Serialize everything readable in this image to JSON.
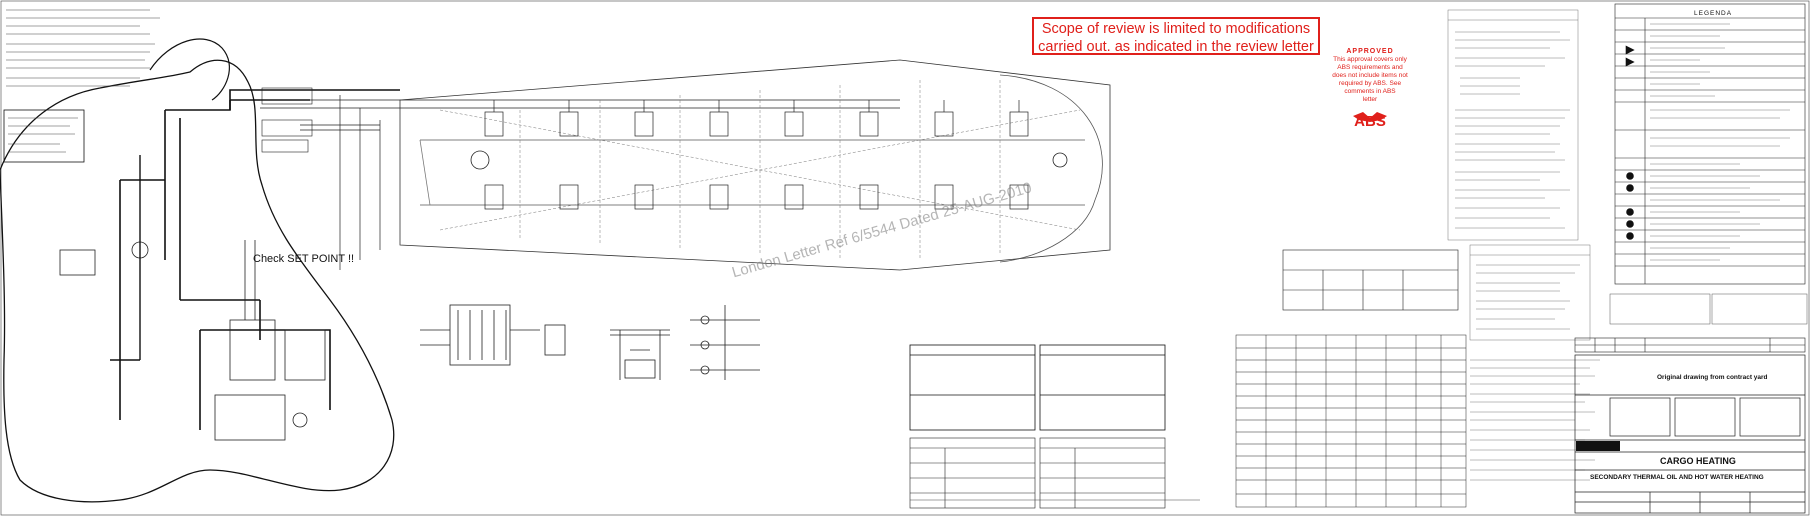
{
  "review_banner": {
    "line1": "Scope of review is limited to modifications",
    "line2": "carried out. as indicated in the review letter"
  },
  "approval_stamp": {
    "title": "APPROVED",
    "line1": "This approval covers only",
    "line2": "ABS requirements and",
    "line3": "does not include items not",
    "line4": "required by ABS. See",
    "line5": "comments in ABS",
    "line6": "letter",
    "logo_text": "ABS",
    "color": "#e0201b"
  },
  "drawing": {
    "setpoint_label": "Check SET POINT !!",
    "watermark": "London Letter Ref 6/5544 Dated 25-AUG-2010",
    "original_note": "Original drawing from contract yard"
  },
  "legend": {
    "heading": "LEGENDA"
  },
  "title_block": {
    "main_title": "CARGO HEATING",
    "subtitle": "SECONDARY THERMAL OIL AND HOT WATER HEATING"
  }
}
